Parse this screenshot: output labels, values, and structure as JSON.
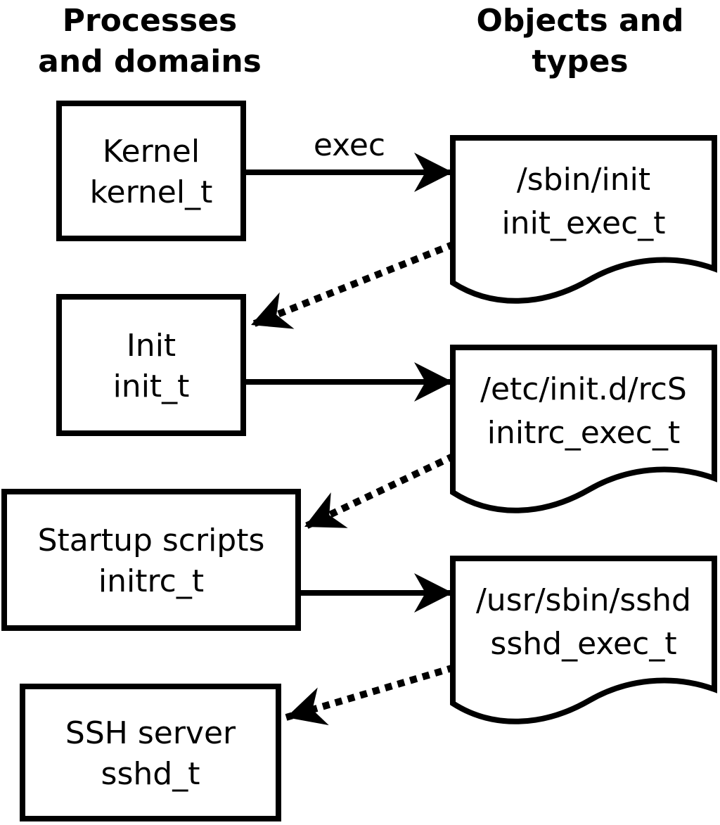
{
  "headers": {
    "left": {
      "line1": "Processes",
      "line2": "and domains"
    },
    "right": {
      "line1": "Objects and",
      "line2": "types"
    }
  },
  "processes": [
    {
      "name": "Kernel",
      "domain": "kernel_t"
    },
    {
      "name": "Init",
      "domain": "init_t"
    },
    {
      "name": "Startup scripts",
      "domain": "initrc_t"
    },
    {
      "name": "SSH server",
      "domain": "sshd_t"
    }
  ],
  "objects": [
    {
      "path": "/sbin/init",
      "type": "init_exec_t"
    },
    {
      "path": "/etc/init.d/rcS",
      "type": "initrc_exec_t"
    },
    {
      "path": "/usr/sbin/sshd",
      "type": "sshd_exec_t"
    }
  ],
  "edges": {
    "exec_label": "exec",
    "solid": [
      {
        "from": "Kernel (kernel_t)",
        "to": "/sbin/init (init_exec_t)",
        "label": "exec"
      },
      {
        "from": "Init (init_t)",
        "to": "/etc/init.d/rcS (initrc_exec_t)",
        "label": ""
      },
      {
        "from": "Startup scripts (initrc_t)",
        "to": "/usr/sbin/sshd (sshd_exec_t)",
        "label": ""
      }
    ],
    "dotted": [
      {
        "from": "/sbin/init (init_exec_t)",
        "to": "Init (init_t)"
      },
      {
        "from": "/etc/init.d/rcS (initrc_exec_t)",
        "to": "Startup scripts (initrc_t)"
      },
      {
        "from": "/usr/sbin/sshd (sshd_exec_t)",
        "to": "SSH server (sshd_t)"
      }
    ]
  },
  "colors": {
    "foreground": "#000000",
    "background": "#ffffff"
  }
}
